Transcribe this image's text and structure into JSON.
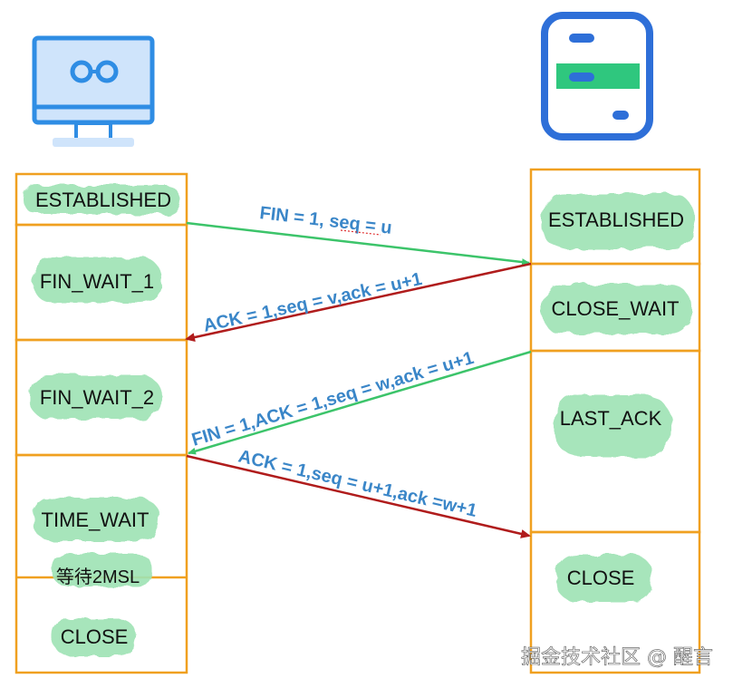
{
  "client": {
    "icon": "desktop-monitor-icon",
    "states": [
      "ESTABLISHED",
      "FIN_WAIT_1",
      "FIN_WAIT_2",
      "TIME_WAIT",
      "CLOSE"
    ],
    "time_wait_note": "等待2MSL"
  },
  "server": {
    "icon": "server-icon",
    "states": [
      "ESTABLISHED",
      "CLOSE_WAIT",
      "LAST_ACK",
      "CLOSE"
    ]
  },
  "messages": [
    {
      "text": "FIN = 1, seq = u",
      "color": "#3cc46a"
    },
    {
      "text": "ACK = 1,seq = v,ack = u+1",
      "color": "#b01c1c"
    },
    {
      "text": "FIN = 1,ACK = 1,seq = w,ack = u+1",
      "color": "#3cc46a"
    },
    {
      "text": "ACK = 1,seq = u+1,ack =w+1",
      "color": "#b01c1c"
    }
  ],
  "colors": {
    "box_border": "#f0a020",
    "highlight": "#9ee3b4",
    "label": "#3a86c8",
    "monitor": "#2f8de4",
    "server": "#2e6fd8",
    "server_band": "#2fc77e"
  },
  "watermark": "掘金技术社区 @ 醒言"
}
